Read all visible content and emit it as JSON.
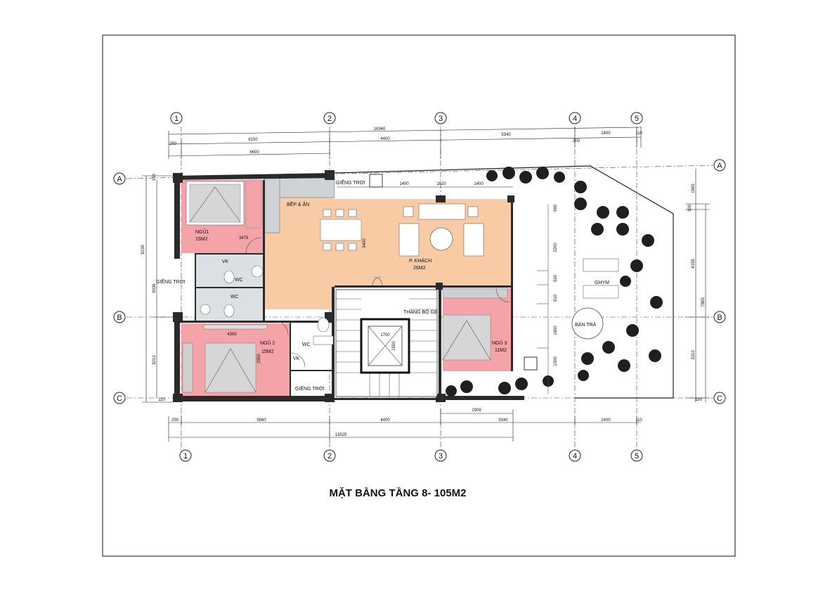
{
  "title": "MẶT BẰNG TẦNG 8- 105M2",
  "grid_axes": {
    "columns": [
      "1",
      "2",
      "3",
      "4",
      "5"
    ],
    "rows": [
      "A",
      "B",
      "C"
    ]
  },
  "rooms": {
    "bedroom1": {
      "name": "NGỦ1",
      "area": "15M2"
    },
    "bedroom2": {
      "name": "NGỦ 2",
      "area": "15M2"
    },
    "bedroom3": {
      "name": "NGỦ 3",
      "area": "11M2"
    },
    "kitchen": {
      "name": "BẾP & ĂN"
    },
    "living": {
      "name": "P. KHÁCH",
      "area": "26M2"
    },
    "stair": {
      "name": "THANG BỘ GE"
    },
    "gym": {
      "name": "GHYM"
    },
    "tea": {
      "name": "BÀN TRÀ"
    },
    "skylight_top": {
      "name": "GIẾNG TRỜI"
    },
    "skylight_left": {
      "name": "GIẾNG TRỜI"
    },
    "skylight_bottom": {
      "name": "GIẾNG TRỜI"
    },
    "wc1": {
      "name": "WC"
    },
    "wc2": {
      "name": "WC"
    },
    "wc3": {
      "name": "WC"
    },
    "vk1": {
      "name": "VK"
    },
    "vk2": {
      "name": "VK"
    }
  },
  "dims_top": {
    "total": "16340",
    "d6150": "6150",
    "d4400": "4400",
    "d5340": "5340",
    "d2400": "2400",
    "d110": "110",
    "d250": "250",
    "d200": "200",
    "d6600": "6600",
    "d1400a": "1400",
    "d1620": "1620",
    "d1400b": "1400"
  },
  "dims_bottom": {
    "d250": "250",
    "d5860": "5860",
    "d4400": "4400",
    "d5340": "5340",
    "d2400": "2400",
    "d110": "110",
    "d2908": "2908",
    "total": "13525"
  },
  "dims_left": {
    "d9235": "9235",
    "d9036": "9036",
    "d3210": "3210",
    "d150": "150",
    "d110": "110"
  },
  "dims_right": {
    "d1665": "1665",
    "d300": "300",
    "d4155": "4155",
    "d7865": "7865",
    "d3310": "3310",
    "d150": "150"
  },
  "dims_inner": {
    "d3475": "3475",
    "d3400": "3400",
    "d4365": "4365",
    "d2950": "2950",
    "d1700": "1700",
    "d1500": "1500",
    "d980": "980",
    "d2200": "2200",
    "d520": "520",
    "d910": "910",
    "d1600": "1600",
    "d1000": "1000"
  },
  "colors": {
    "bedroom": "#f4a3a8",
    "living": "#f8cba5",
    "wet": "#cfd3d6",
    "wall": "#2a2a2a"
  }
}
